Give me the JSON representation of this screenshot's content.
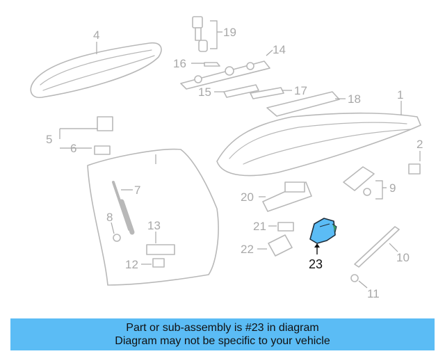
{
  "callouts": {
    "c1": "1",
    "c2": "2",
    "c4": "4",
    "c5": "5",
    "c6": "6",
    "c7": "7",
    "c8": "8",
    "c9": "9",
    "c10": "10",
    "c11": "11",
    "c12": "12",
    "c13": "13",
    "c14": "14",
    "c16": "16",
    "c17": "17",
    "c15": "15",
    "c18": "18",
    "c19": "19",
    "c20": "20",
    "c21": "21",
    "c22": "22",
    "c23": "23"
  },
  "highlight": {
    "part_number": "23",
    "color": "#5bbcf5"
  },
  "banner": {
    "line1": "Part or sub-assembly is #23 in diagram",
    "line2": "Diagram may not be specific to your vehicle"
  }
}
